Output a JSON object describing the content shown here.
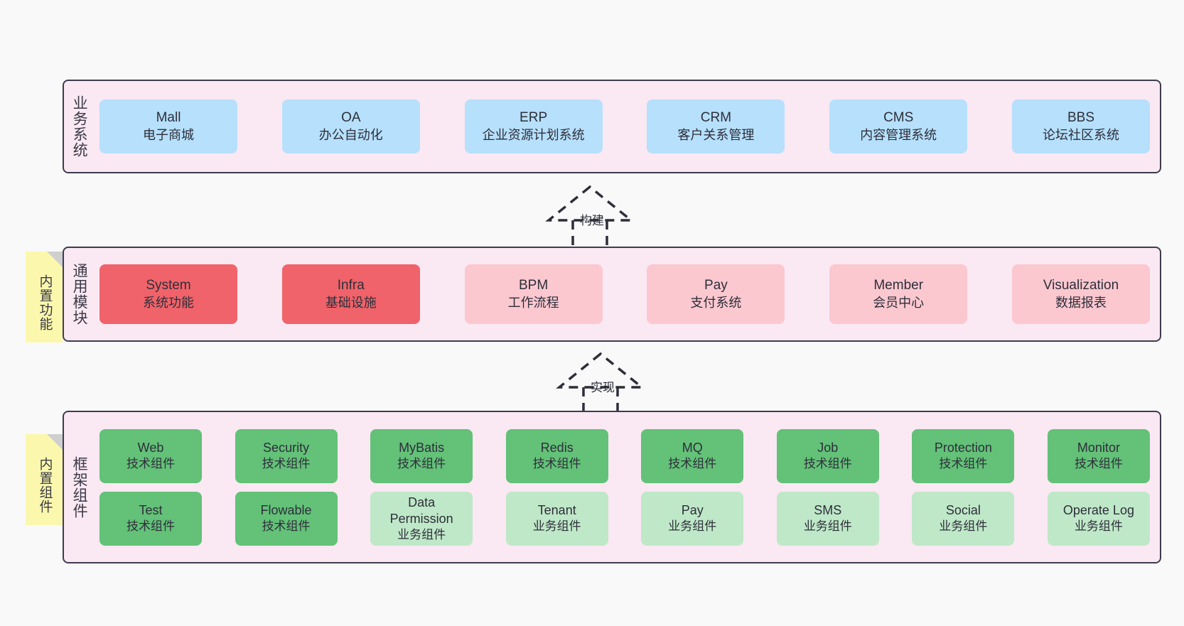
{
  "diagram": {
    "title": "",
    "colors": {
      "page_background": "#f9f9f9",
      "layer_background": "#fae8f3",
      "layer_border": "#3d3d4e",
      "business_card": "#b6e0fb",
      "module_strong": "#f0636a",
      "module_light": "#fbc8d0",
      "tech_component": "#63c178",
      "business_component": "#bfe8c8",
      "sticky_note": "#fbf8ae",
      "sticky_fold": "#cfcfcf"
    }
  },
  "layers": {
    "business": {
      "title": "业务系统",
      "cards": [
        {
          "en": "Mall",
          "cn": "电子商城"
        },
        {
          "en": "OA",
          "cn": "办公自动化"
        },
        {
          "en": "ERP",
          "cn": "企业资源计划系统"
        },
        {
          "en": "CRM",
          "cn": "客户关系管理"
        },
        {
          "en": "CMS",
          "cn": "内容管理系统"
        },
        {
          "en": "BBS",
          "cn": "论坛社区系统"
        }
      ]
    },
    "common": {
      "title": "通用模块",
      "sticky": "内置功能",
      "cards": [
        {
          "en": "System",
          "cn": "系统功能",
          "style": "strong"
        },
        {
          "en": "Infra",
          "cn": "基础设施",
          "style": "strong"
        },
        {
          "en": "BPM",
          "cn": "工作流程",
          "style": "light"
        },
        {
          "en": "Pay",
          "cn": "支付系统",
          "style": "light"
        },
        {
          "en": "Member",
          "cn": "会员中心",
          "style": "light"
        },
        {
          "en": "Visualization",
          "cn": "数据报表",
          "style": "light"
        }
      ]
    },
    "framework": {
      "title": "框架组件",
      "sticky": "内置组件",
      "row1": [
        {
          "en": "Web",
          "cn": "技术组件",
          "style": "tech"
        },
        {
          "en": "Security",
          "cn": "技术组件",
          "style": "tech"
        },
        {
          "en": "MyBatis",
          "cn": "技术组件",
          "style": "tech"
        },
        {
          "en": "Redis",
          "cn": "技术组件",
          "style": "tech"
        },
        {
          "en": "MQ",
          "cn": "技术组件",
          "style": "tech"
        },
        {
          "en": "Job",
          "cn": "技术组件",
          "style": "tech"
        },
        {
          "en": "Protection",
          "cn": "技术组件",
          "style": "tech"
        },
        {
          "en": "Monitor",
          "cn": "技术组件",
          "style": "tech"
        }
      ],
      "row2": [
        {
          "en": "Test",
          "cn": "技术组件",
          "style": "tech"
        },
        {
          "en": "Flowable",
          "cn": "技术组件",
          "style": "tech"
        },
        {
          "en": "Data Permission",
          "cn": "业务组件",
          "style": "biz"
        },
        {
          "en": "Tenant",
          "cn": "业务组件",
          "style": "biz"
        },
        {
          "en": "Pay",
          "cn": "业务组件",
          "style": "biz"
        },
        {
          "en": "SMS",
          "cn": "业务组件",
          "style": "biz"
        },
        {
          "en": "Social",
          "cn": "业务组件",
          "style": "biz"
        },
        {
          "en": "Operate Log",
          "cn": "业务组件",
          "style": "biz"
        }
      ]
    }
  },
  "connectors": [
    {
      "label": "构建",
      "from": "common",
      "to": "business"
    },
    {
      "label": "实现",
      "from": "framework",
      "to": "common"
    }
  ]
}
